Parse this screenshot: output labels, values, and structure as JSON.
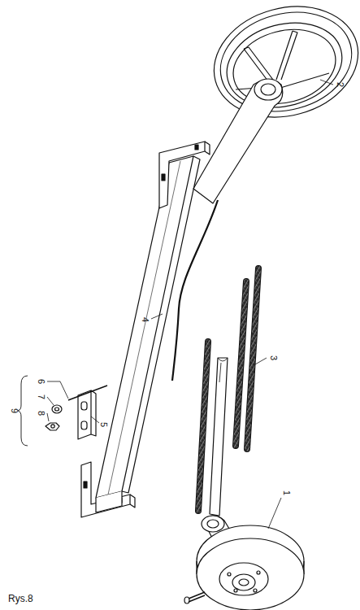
{
  "diagram": {
    "caption": "Rys.8",
    "labels": [
      "2",
      "4",
      "9",
      "6",
      "7",
      "8",
      "5",
      "3",
      "1"
    ]
  }
}
